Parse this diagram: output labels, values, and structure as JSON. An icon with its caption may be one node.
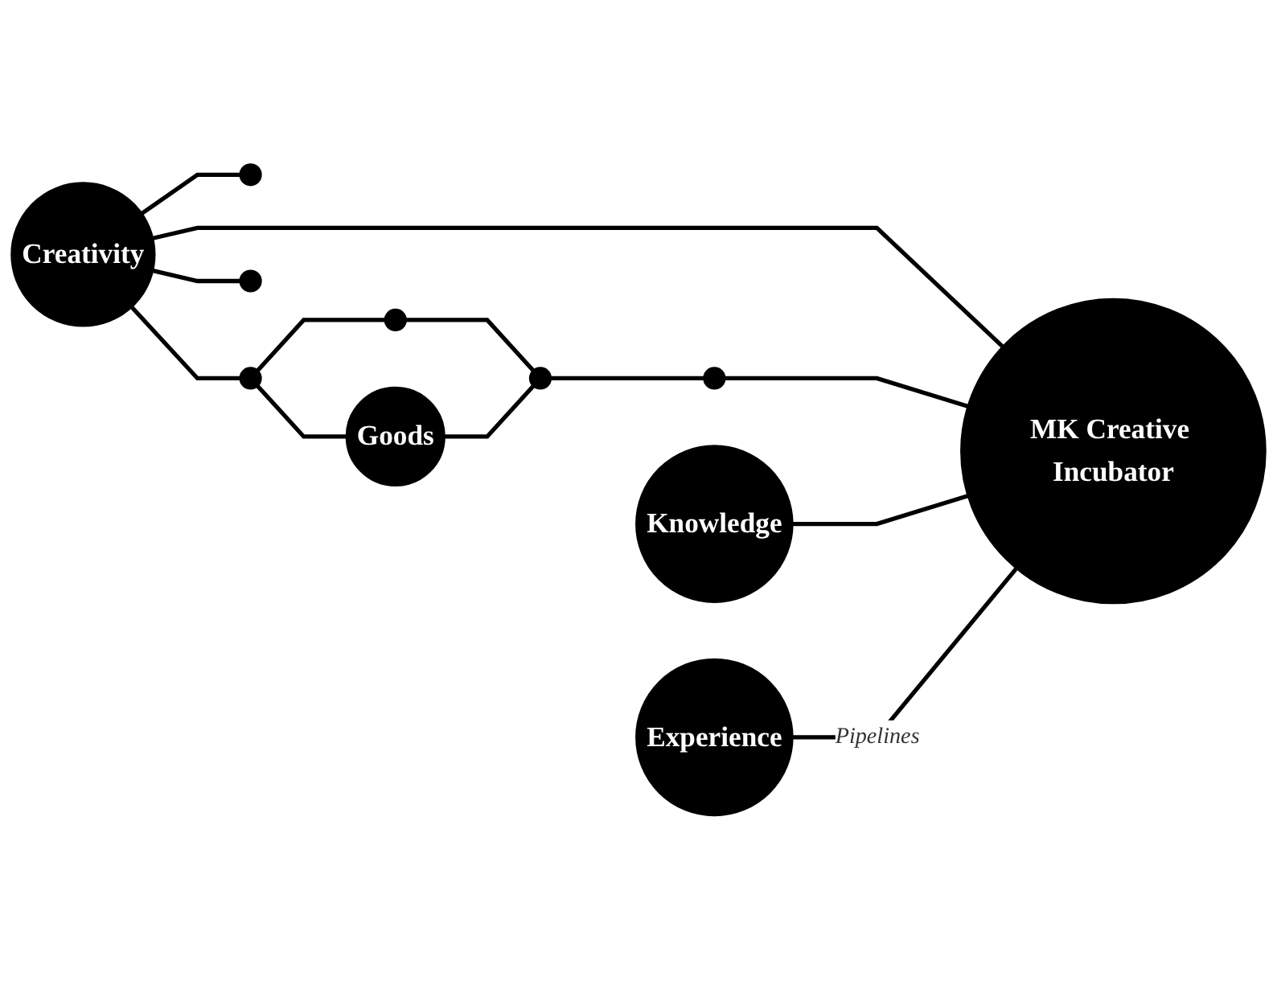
{
  "diagram": {
    "nodes": [
      {
        "text": [
          "Creativity"
        ]
      },
      {
        "text": [],
        "shape": "circle"
      },
      {
        "text": [],
        "shape": "circle"
      },
      {
        "text": [
          "Goods"
        ]
      },
      {
        "text": [],
        "shape": "circle"
      },
      {
        "text": [
          "Knowledge"
        ]
      },
      {
        "text": [
          "MK Creative Incubator"
        ]
      },
      {
        "text": [],
        "shape": "circle"
      },
      {
        "text": [],
        "shape": "circle"
      },
      {
        "text": [],
        "shape": "circle"
      },
      {
        "text": [
          "Experience"
        ]
      }
    ],
    "edges": [
      {
        "from": 0,
        "to": 1,
        "arrow": "none"
      },
      {
        "from": 0,
        "to": 2,
        "arrow": "none"
      },
      {
        "from": 0,
        "to": 6,
        "arrow": "none"
      },
      {
        "from": 0,
        "to": 8,
        "arrow": "none"
      },
      {
        "from": 2,
        "to": 3,
        "arrow": "none"
      },
      {
        "from": 2,
        "to": 4,
        "arrow": "none"
      },
      {
        "from": 4,
        "to": 7,
        "arrow": "none"
      },
      {
        "from": 3,
        "to": 7,
        "arrow": "none"
      },
      {
        "from": 7,
        "to": 9,
        "arrow": "none"
      },
      {
        "from": 9,
        "to": 6,
        "arrow": "none"
      },
      {
        "from": 5,
        "to": 6,
        "arrow": "none"
      },
      {
        "from": 10,
        "to": 6,
        "arrow": "none",
        "label": "Pipelines"
      }
    ]
  }
}
